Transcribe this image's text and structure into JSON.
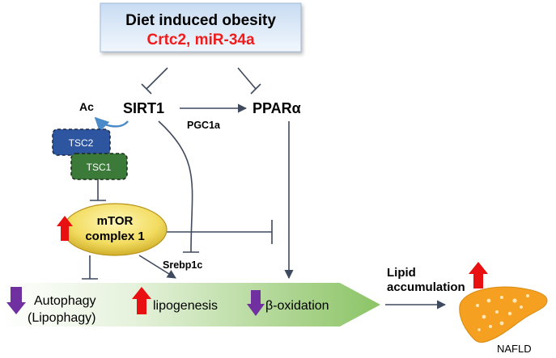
{
  "title": {
    "line1": "Diet induced obesity",
    "line2": "Crtc2, miR-34a"
  },
  "nodes": {
    "sirt1": "SIRT1",
    "ppara": "PPARα",
    "pgc1a": "PGC1a",
    "ac": "Ac",
    "tsc2": "TSC2",
    "tsc1": "TSC1",
    "mtor_line1": "mTOR",
    "mtor_line2": "complex 1",
    "srebp1c": "Srebp1c"
  },
  "band": {
    "autophagy_line1": "Autophagy",
    "autophagy_line2": "(Lipophagy)",
    "lipogenesis": "lipogenesis",
    "beta_oxidation": "β-oxidation"
  },
  "outcome": {
    "lipid_line1": "Lipid",
    "lipid_line2": "accumulation",
    "nafld": "NAFLD"
  },
  "colors": {
    "title_box_top": "#cfe0f4",
    "title_box_bottom": "#eef5fc",
    "red_text": "#ee1c1c",
    "tsc2_fill": "#2e55a0",
    "tsc1_fill": "#3c7a3a",
    "band_light": "#ffffff",
    "band_dark": "#8ec46a",
    "arrow_up": "#e81010",
    "arrow_down": "#7030a0",
    "liver": "#f5a020",
    "line": "#3f4a5e"
  },
  "icons": {
    "up_arrow": "red-up-arrow-icon",
    "down_arrow": "purple-down-arrow-icon",
    "liver": "liver-icon"
  }
}
